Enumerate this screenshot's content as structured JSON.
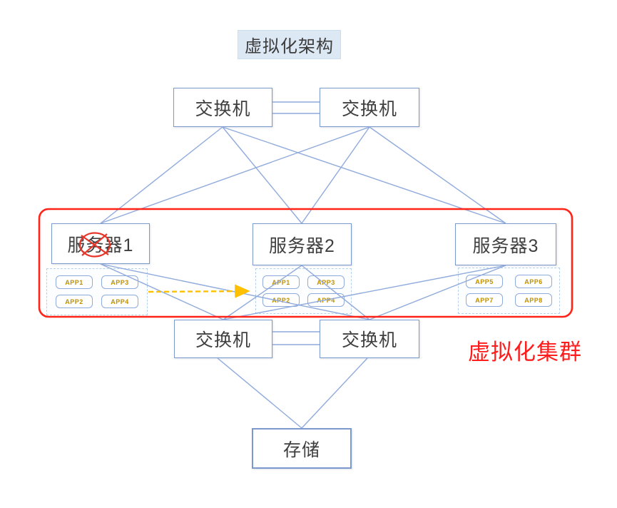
{
  "diagram": {
    "title": "虚拟化架构",
    "cluster_label": "虚拟化集群",
    "nodes": {
      "top_switch_1": {
        "label": "交换机"
      },
      "top_switch_2": {
        "label": "交换机"
      },
      "server_1": {
        "label": "服务器1"
      },
      "server_2": {
        "label": "服务器2"
      },
      "server_3": {
        "label": "服务器3"
      },
      "bottom_switch_1": {
        "label": "交换机"
      },
      "bottom_switch_2": {
        "label": "交换机"
      },
      "storage": {
        "label": "存储"
      }
    },
    "apps": {
      "server_1": {
        "items": [
          "APP1",
          "APP3",
          "APP2",
          "APP4"
        ]
      },
      "server_2": {
        "items": [
          "APP1",
          "APP3",
          "APP2",
          "APP4"
        ]
      },
      "server_3": {
        "items": [
          "APP5",
          "APP6",
          "APP7",
          "APP8"
        ]
      }
    },
    "icons": {
      "failure_mark": "red-crossed-ellipse-icon",
      "migration_arrow": "orange-dashed-right-arrow-icon"
    },
    "colors": {
      "connector_blue": "#8FAADC",
      "box_border_blue": "#7C99CE",
      "title_background": "#DCE9F5",
      "cluster_red": "#FF2318",
      "app_text_gold": "#BF9000",
      "migration_arrow_orange": "#FFC000",
      "failure_mark_red": "#E8352A",
      "node_text": "#3F3F3F"
    }
  }
}
